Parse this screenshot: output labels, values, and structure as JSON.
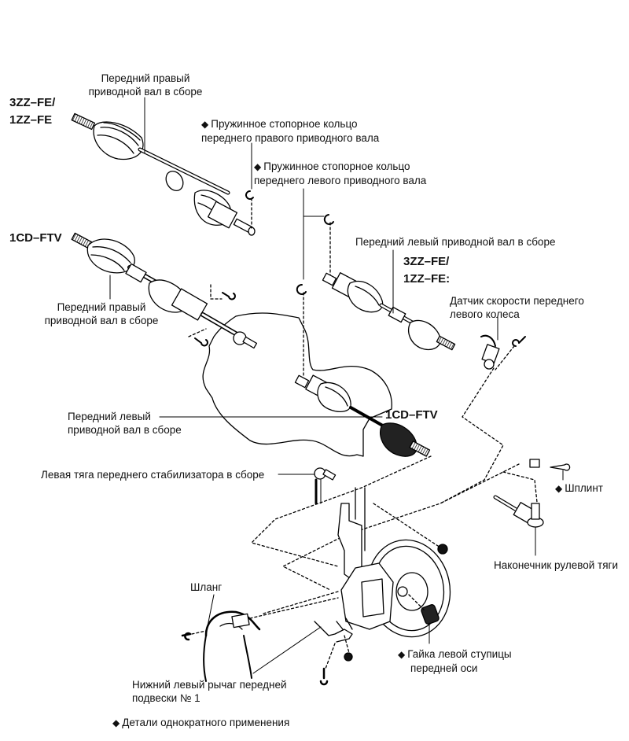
{
  "diagram": {
    "type": "exploded-parts-view",
    "subject": "Front drive shaft and steering knuckle assembly",
    "one_time_use_marker": "◆",
    "engine_codes": {
      "right_gas": [
        "3ZZ–FE/",
        "1ZZ–FE"
      ],
      "right_diesel": "1CD–FTV",
      "left_gas": [
        "3ZZ–FE/",
        "1ZZ–FE:"
      ],
      "left_diesel": "1CD–FTV"
    },
    "labels": {
      "right_shaft_gas": [
        "Передний правый",
        "приводной вал в сборе"
      ],
      "snap_ring_right": [
        "Пружинное стопорное кольцо",
        "переднего правого приводного вала"
      ],
      "snap_ring_left": [
        "Пружинное стопорное кольцо",
        "переднего левого приводного вала"
      ],
      "left_shaft_gas": "Передний левый приводной вал в сборе",
      "right_shaft_diesel": [
        "Передний правый",
        "приводной вал в сборе"
      ],
      "speed_sensor": [
        "Датчик скорости переднего",
        "левого колеса"
      ],
      "left_shaft_diesel": [
        "Передний левый",
        "приводной вал в сборе"
      ],
      "stabilizer_link": "Левая тяга переднего стабилизатора в сборе",
      "cotter_pin": "Шплинт",
      "tie_rod_end": "Наконечник рулевой тяги",
      "hose": "Шланг",
      "hub_nut": [
        "Гайка левой ступицы",
        "передней оси"
      ],
      "lower_arm": [
        "Нижний левый рычаг передней",
        "подвески № 1"
      ]
    },
    "legend": "Детали однократного применения"
  }
}
